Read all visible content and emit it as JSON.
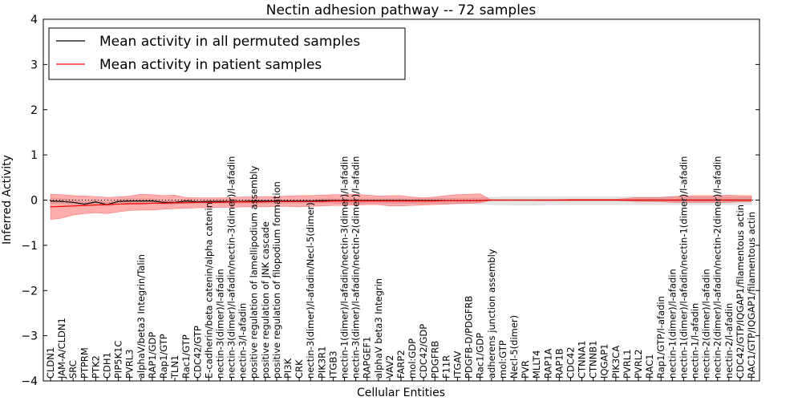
{
  "chart_data": {
    "type": "line",
    "title": "Nectin adhesion pathway -- 72 samples",
    "xlabel": "Cellular Entities",
    "ylabel": "Inferred Activity",
    "ylim": [
      -4,
      4
    ],
    "yticks": [
      -4,
      -3,
      -2,
      -1,
      0,
      1,
      2,
      3,
      4
    ],
    "ytick_labels": [
      "−4",
      "−3",
      "−2",
      "−1",
      "0",
      "1",
      "2",
      "3",
      "4"
    ],
    "grid": false,
    "legend_position": "top-left",
    "categories": [
      "CLDN1",
      "JAM-A/CLDN1",
      "SRC",
      "PTPRM",
      "PTK2",
      "CDH1",
      "PIP5K1C",
      "PVRL3",
      "alphaV/beta3 Integrin/Talin",
      "RAP1/GDP",
      "Rap1/GTP",
      "TLN1",
      "Rac1/GTP",
      "CDC42/GTP",
      "E-cadherin/beta catenin/alpha catenin",
      "nectin-3(dimer)/l-afadin",
      "nectin-3(dimer)/l-afadin/nectin-3(dimer)/l-afadin",
      "nectin-3/l-afadin",
      "positive regulation of lamellipodium assembly",
      "positive regulation of JNK cascade",
      "positive regulation of filopodium formation",
      "PI3K",
      "CRK",
      "nectin-3(dimer)/l-afadin/Necl-5(dimer)",
      "PIK3R1",
      "ITGB3",
      "nectin-1(dimer)/l-afadin/nectin-3(dimer)/l-afadin",
      "nectin-3(dimer)/l-afadin/nectin-2(dimer)/l-afadin",
      "RAPGEF1",
      "alphaV beta3 Integrin",
      "VAV2",
      "FARP2",
      "mol:GDP",
      "CDC42/GDP",
      "PDGFRB",
      "F11R",
      "ITGAV",
      "PDGFB-D/PDGFRB",
      "Rac1/GDP",
      "adherens junction assembly",
      "mol:GTP",
      "Necl-5(dimer)",
      "PVR",
      "MLLT4",
      "RAP1A",
      "RAP1B",
      "CDC42",
      "CTNNA1",
      "CTNNB1",
      "IQGAP1",
      "PIK3CA",
      "PVRL1",
      "PVRL2",
      "RAC1",
      "Rap1/GTP/l-afadin",
      "nectin-1(dimer)/l-afadin",
      "nectin-1(dimer)/l-afadin/nectin-1(dimer)/l-afadin",
      "nectin-1/l-afadin",
      "nectin-2(dimer)/l-afadin",
      "nectin-2(dimer)/l-afadin/nectin-2(dimer)/l-afadin",
      "nectin-2/l-afadin",
      "CDC42/GTP/IQGAP1/filamentous actin",
      "RAC1/GTP/IQGAP1/filamentous actin"
    ],
    "series": [
      {
        "name": "Mean activity in all permuted samples",
        "color": "#000000",
        "values": [
          -0.02,
          -0.03,
          -0.05,
          -0.09,
          -0.04,
          -0.1,
          -0.03,
          -0.02,
          -0.02,
          -0.02,
          -0.05,
          -0.05,
          -0.02,
          -0.04,
          -0.03,
          -0.03,
          -0.03,
          -0.03,
          -0.02,
          -0.02,
          -0.02,
          -0.02,
          -0.02,
          -0.02,
          -0.01,
          -0.01,
          -0.01,
          -0.01,
          -0.01,
          -0.01,
          -0.01,
          -0.01,
          -0.01,
          -0.01,
          -0.01,
          -0.01,
          -0.01,
          -0.01,
          -0.01,
          0.0,
          0.0,
          0.0,
          0.0,
          0.0,
          0.0,
          0.0,
          0.0,
          0.0,
          0.0,
          0.0,
          0.0,
          0.0,
          0.0,
          0.0,
          0.0,
          0.0,
          0.0,
          0.0,
          0.0,
          0.0,
          0.0,
          0.0,
          0.0
        ]
      },
      {
        "name": "Mean activity in patient samples",
        "color": "#ff0000",
        "values": [
          -0.15,
          -0.14,
          -0.13,
          -0.12,
          -0.11,
          -0.1,
          -0.09,
          -0.08,
          -0.08,
          -0.07,
          -0.07,
          -0.06,
          -0.06,
          -0.05,
          -0.05,
          -0.05,
          -0.04,
          -0.04,
          -0.04,
          -0.04,
          -0.03,
          -0.03,
          -0.03,
          -0.03,
          -0.03,
          -0.02,
          -0.02,
          -0.02,
          -0.02,
          -0.02,
          -0.02,
          -0.02,
          -0.02,
          -0.02,
          -0.02,
          -0.01,
          -0.01,
          -0.01,
          -0.01,
          0.0,
          0.0,
          0.0,
          0.0,
          0.0,
          0.0,
          0.0,
          0.0,
          0.0,
          0.0,
          0.0,
          0.0,
          0.0,
          0.0,
          0.0,
          0.0,
          0.0,
          0.0,
          0.0,
          0.0,
          0.0,
          0.0,
          0.0,
          0.0
        ]
      }
    ],
    "bands": [
      {
        "series": "Mean activity in all permuted samples",
        "color": "#b0b0b0",
        "lower": [
          -0.08,
          -0.08,
          -0.09,
          -0.12,
          -0.09,
          -0.14,
          -0.08,
          -0.07,
          -0.07,
          -0.07,
          -0.09,
          -0.09,
          -0.07,
          -0.08,
          -0.07,
          -0.07,
          -0.07,
          -0.07,
          -0.07,
          -0.07,
          -0.07,
          -0.07,
          -0.07,
          -0.07,
          -0.07,
          -0.07,
          -0.07,
          -0.07,
          -0.07,
          -0.07,
          -0.07,
          -0.07,
          -0.07,
          -0.07,
          -0.08,
          -0.08,
          -0.08,
          -0.08,
          -0.09,
          -0.1,
          -0.1,
          -0.11,
          -0.11,
          -0.11,
          -0.1,
          -0.1,
          -0.1,
          -0.1,
          -0.1,
          -0.1,
          -0.1,
          -0.1,
          -0.1,
          -0.1,
          -0.1,
          -0.1,
          -0.1,
          -0.1,
          -0.1,
          -0.1,
          -0.1,
          -0.1,
          -0.1
        ],
        "upper": [
          0.04,
          0.03,
          0.01,
          -0.05,
          0.01,
          -0.06,
          0.02,
          0.03,
          0.03,
          0.03,
          -0.01,
          -0.01,
          0.03,
          0.0,
          0.01,
          0.01,
          0.01,
          0.01,
          0.02,
          0.02,
          0.02,
          0.02,
          0.02,
          0.02,
          0.03,
          0.03,
          0.03,
          0.03,
          0.03,
          0.03,
          0.03,
          0.03,
          0.03,
          0.03,
          0.04,
          0.04,
          0.04,
          0.04,
          0.05,
          0.06,
          0.07,
          0.07,
          0.07,
          0.07,
          0.07,
          0.07,
          0.07,
          0.07,
          0.07,
          0.07,
          0.07,
          0.07,
          0.07,
          0.07,
          0.07,
          0.07,
          0.07,
          0.07,
          0.07,
          0.07,
          0.07,
          0.07,
          0.07
        ]
      },
      {
        "series": "Mean activity in patient samples",
        "color": "#ff0000",
        "lower": [
          -0.43,
          -0.4,
          -0.33,
          -0.3,
          -0.28,
          -0.3,
          -0.26,
          -0.23,
          -0.22,
          -0.22,
          -0.2,
          -0.19,
          -0.18,
          -0.17,
          -0.17,
          -0.16,
          -0.16,
          -0.15,
          -0.15,
          -0.15,
          -0.14,
          -0.14,
          -0.15,
          -0.14,
          -0.13,
          -0.12,
          -0.12,
          -0.11,
          -0.1,
          -0.1,
          -0.13,
          -0.13,
          -0.12,
          -0.11,
          -0.1,
          -0.09,
          -0.08,
          -0.07,
          -0.06,
          0.0,
          0.0,
          0.0,
          0.0,
          -0.01,
          -0.01,
          -0.01,
          -0.01,
          -0.01,
          -0.01,
          -0.01,
          -0.01,
          -0.02,
          -0.03,
          -0.03,
          -0.04,
          -0.05,
          -0.05,
          -0.05,
          -0.05,
          -0.05,
          -0.05,
          -0.04,
          -0.04
        ],
        "upper": [
          0.13,
          0.12,
          0.1,
          0.09,
          0.08,
          0.06,
          0.07,
          0.09,
          0.13,
          0.12,
          0.1,
          0.11,
          0.06,
          0.05,
          0.05,
          0.05,
          0.06,
          0.07,
          0.07,
          0.08,
          0.08,
          0.09,
          0.1,
          0.1,
          0.11,
          0.12,
          0.12,
          0.13,
          0.11,
          0.09,
          0.1,
          0.1,
          0.07,
          0.05,
          0.07,
          0.1,
          0.12,
          0.13,
          0.14,
          0.0,
          0.0,
          0.0,
          0.0,
          0.01,
          0.01,
          0.01,
          0.02,
          0.02,
          0.02,
          0.02,
          0.02,
          0.04,
          0.06,
          0.06,
          0.06,
          0.08,
          0.09,
          0.1,
          0.1,
          0.1,
          0.11,
          0.1,
          0.1
        ]
      }
    ],
    "reference_line": {
      "y": 0,
      "style": "dotted"
    }
  }
}
